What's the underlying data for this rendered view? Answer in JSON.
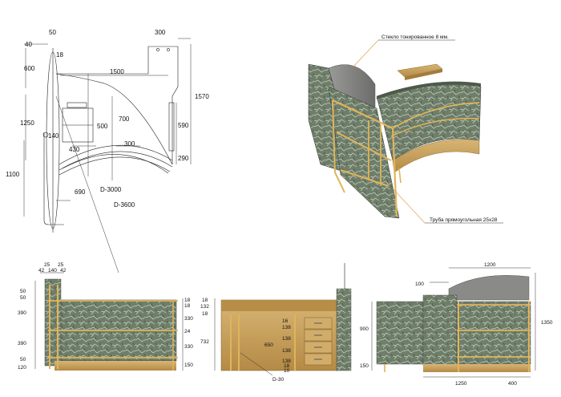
{
  "plan": {
    "d40": "40",
    "d50": "50",
    "d18": "18",
    "d600": "600",
    "d300top": "300",
    "d1500": "1500",
    "d1570": "1570",
    "d1250": "1250",
    "d700": "700",
    "d500": "500",
    "d590": "590",
    "d140": "140",
    "d430": "430",
    "d300mid": "300",
    "d290": "290",
    "d1100": "1100",
    "d690": "690",
    "dia3000": "D-3000",
    "dia3600": "D-3600"
  },
  "iso": {
    "glass_note": "Стекло тонированное 8 мм.",
    "tube_note": "Труба прямоугольная 25х28"
  },
  "front": {
    "t25a": "25",
    "t25b": "25",
    "t42a": "42",
    "t140": "140",
    "t42b": "42",
    "l50a": "50",
    "l50b": "50",
    "l390a": "390",
    "l390b": "390",
    "l50c": "50",
    "l120": "120",
    "r18a": "18",
    "r18b": "18",
    "r330a": "330",
    "r24": "24",
    "r330b": "330",
    "r150": "150"
  },
  "back": {
    "l18a": "18",
    "l132": "132",
    "l18b": "18",
    "l732": "732",
    "c16": "16",
    "c138a": "138",
    "c138b": "138",
    "c138c": "138",
    "c138d": "138",
    "c18": "18",
    "c10": "10",
    "c650": "650",
    "cd30": "D-30"
  },
  "side": {
    "d1200": "1200",
    "d100": "100",
    "d900": "900",
    "d150": "150",
    "d1350": "1350",
    "d1250": "1250",
    "d400": "400"
  },
  "colors": {
    "marble": "#6f7f6a",
    "wood": "#c9a05a",
    "glass": "#8a8a88",
    "tube": "#e0b45a"
  }
}
